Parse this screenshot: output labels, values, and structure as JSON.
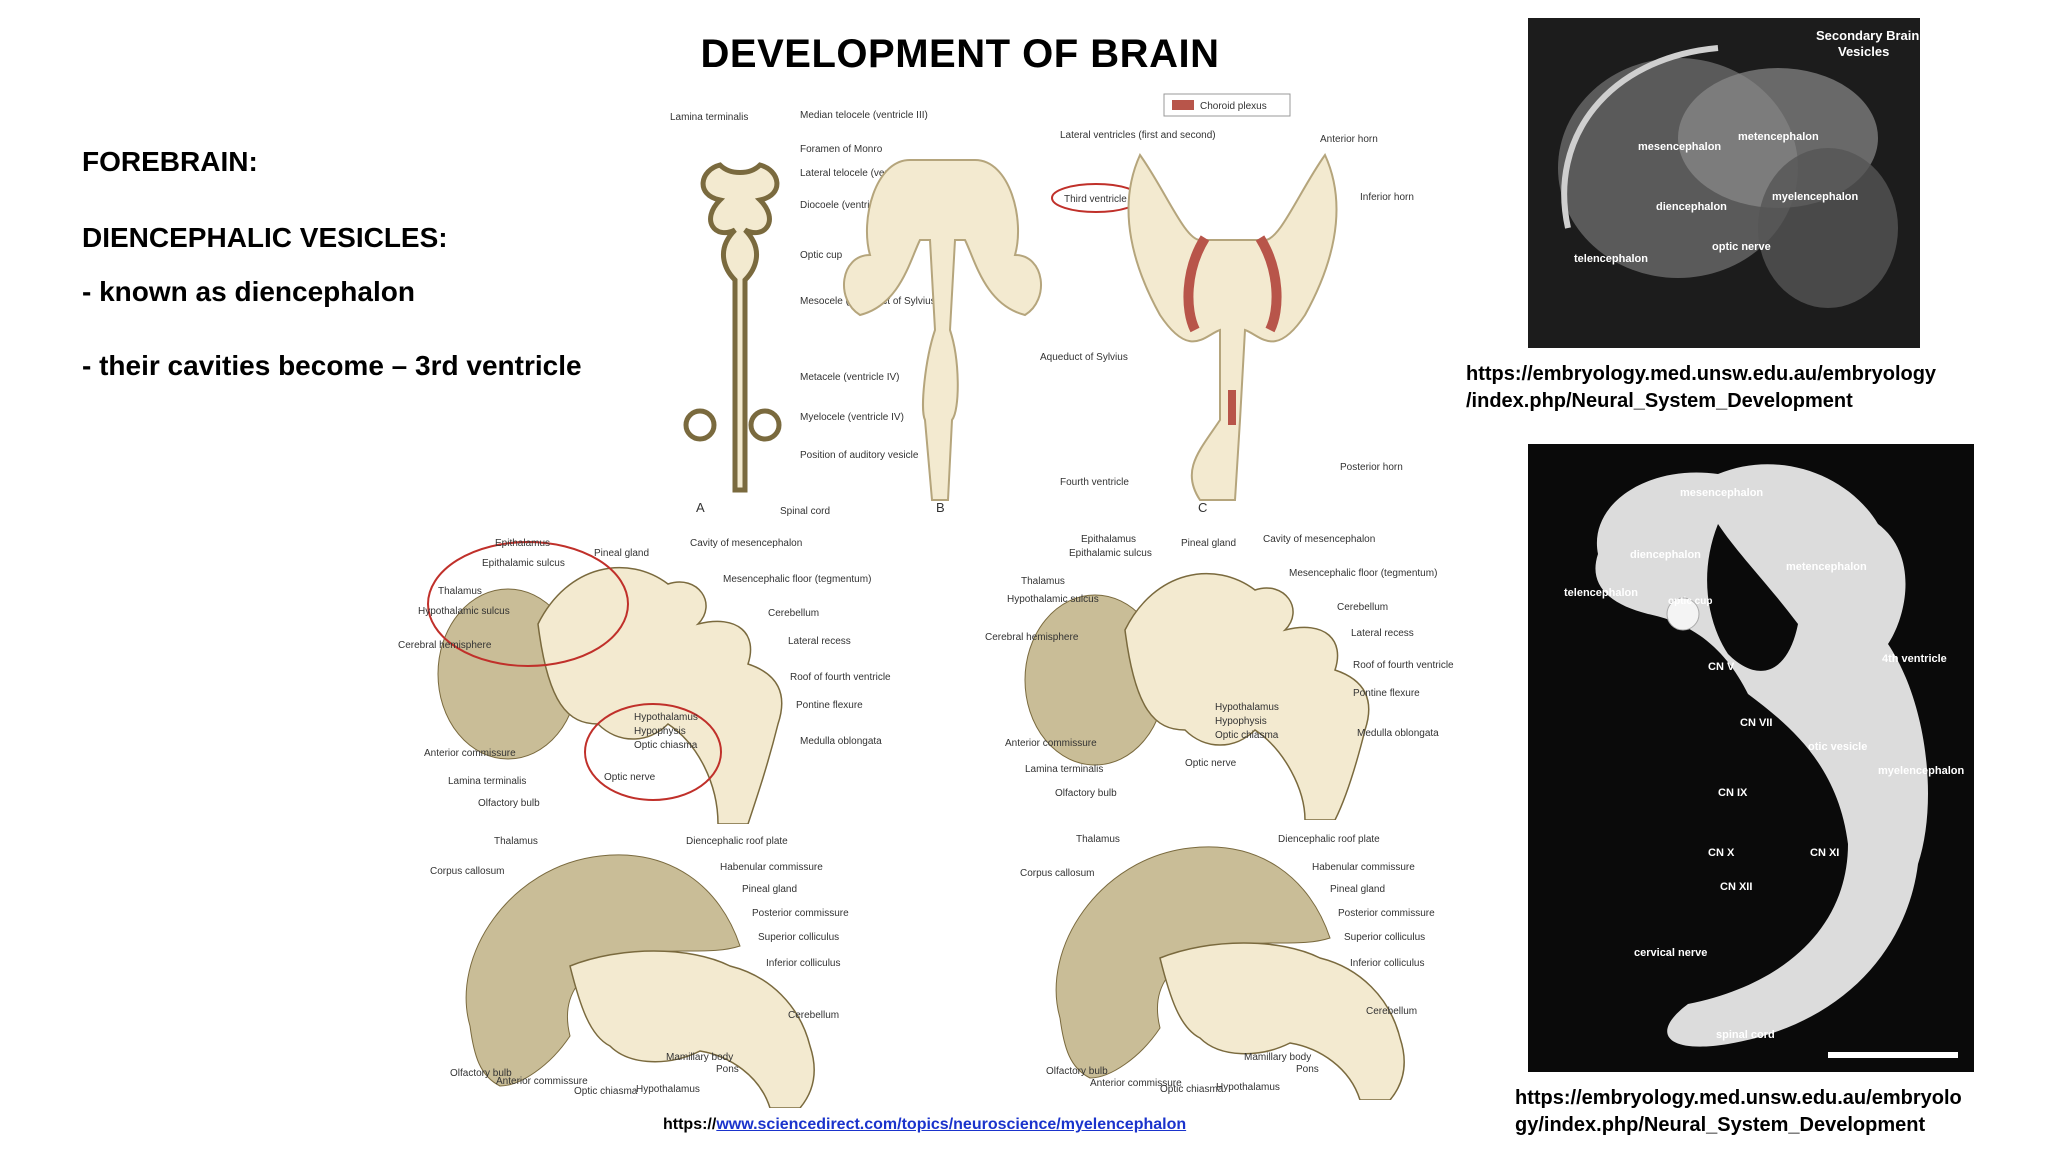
{
  "slide": {
    "title": "DEVELOPMENT OF BRAIN",
    "forebrain": "FOREBRAIN:",
    "diencephalic": "DIENCEPHALIC VESICLES:",
    "point1": "- known as diencephalon",
    "point2": "- their cavities become – 3rd ventricle"
  },
  "figure_top": {
    "legend": "Choroid plexus",
    "panel_letters": [
      "A",
      "B",
      "C"
    ],
    "labels_a": [
      "Lamina terminalis",
      "Median telocele (ventricle III)",
      "Foramen of Monro",
      "Lateral telocele (ventricle II)",
      "Diocoele (ventricle III)",
      "Optic cup",
      "Mesocele (aqueduct of Sylvius)",
      "Metacele (ventricle IV)",
      "Myelocele (ventricle IV)",
      "Position of auditory vesicle",
      "Spinal cord"
    ],
    "labels_b": [
      "Lateral ventricles (first and second)",
      "Third ventricle",
      "Aqueduct of Sylvius",
      "Fourth ventricle"
    ],
    "labels_c": [
      "Anterior horn",
      "Inferior horn",
      "Posterior horn"
    ]
  },
  "figure_mid_left": {
    "labels": [
      "Epithalamus",
      "Epithalamic sulcus",
      "Thalamus",
      "Hypothalamic sulcus",
      "Cerebral hemisphere",
      "Pineal gland",
      "Cavity of mesencephalon",
      "Mesencephalic floor (tegmentum)",
      "Cerebellum",
      "Lateral recess",
      "Roof of fourth ventricle",
      "Pontine flexure",
      "Medulla oblongata",
      "Hypothalamus",
      "Hypophysis",
      "Optic chiasma",
      "Optic nerve",
      "Anterior commissure",
      "Lamina terminalis",
      "Olfactory bulb"
    ]
  },
  "figure_mid_right": {
    "labels": [
      "Epithalamus",
      "Epithalamic sulcus",
      "Thalamus",
      "Hypothalamic sulcus",
      "Cerebral hemisphere",
      "Pineal gland",
      "Cavity of mesencephalon",
      "Mesencephalic floor (tegmentum)",
      "Cerebellum",
      "Lateral recess",
      "Roof of fourth ventricle",
      "Pontine flexure",
      "Medulla oblongata",
      "Hypothalamus",
      "Hypophysis",
      "Optic chiasma",
      "Optic nerve",
      "Anterior commissure",
      "Lamina terminalis",
      "Olfactory bulb"
    ]
  },
  "figure_bottom": {
    "labels": [
      "Thalamus",
      "Corpus callosum",
      "Diencephalic roof plate",
      "Habenular commissure",
      "Pineal gland",
      "Posterior commissure",
      "Superior colliculus",
      "Inferior colliculus",
      "Cerebellum",
      "Pons",
      "Mamillary body",
      "Hypothalamus",
      "Optic chiasma",
      "Anterior commissure",
      "Olfactory bulb"
    ]
  },
  "photo_top": {
    "heading": [
      "Secondary Brain",
      "Vesicles"
    ],
    "labels": [
      "mesencephalon",
      "metencephalon",
      "diencephalon",
      "myelencephalon",
      "telencephalon",
      "optic nerve"
    ],
    "caption": [
      "https://embryology.med.unsw.edu.au/embryology",
      "/index.php/Neural_System_Development"
    ]
  },
  "photo_bottom": {
    "labels": [
      "mesencephalon",
      "diencephalon",
      "metencephalon",
      "telencephalon",
      "optic cup",
      "4th ventricle",
      "CN V",
      "CN VII",
      "otic vesicle",
      "CN IX",
      "myelencephalon",
      "CN X",
      "CN XI",
      "CN XII",
      "cervical nerve",
      "spinal cord"
    ],
    "caption": [
      "https://embryology.med.unsw.edu.au/embryolo",
      "gy/index.php/Neural_System_Development"
    ]
  },
  "credit": {
    "prefix": "https://",
    "link": "www.sciencedirect.com/topics/neuroscience/myelencephalon"
  },
  "colors": {
    "tissue": "#f3ead0",
    "tissue_dark": "#b5a57c",
    "outline": "#7a6a3e",
    "highlight": "#c0302a",
    "choroid": "#b8554a",
    "link": "#1a33cc"
  }
}
